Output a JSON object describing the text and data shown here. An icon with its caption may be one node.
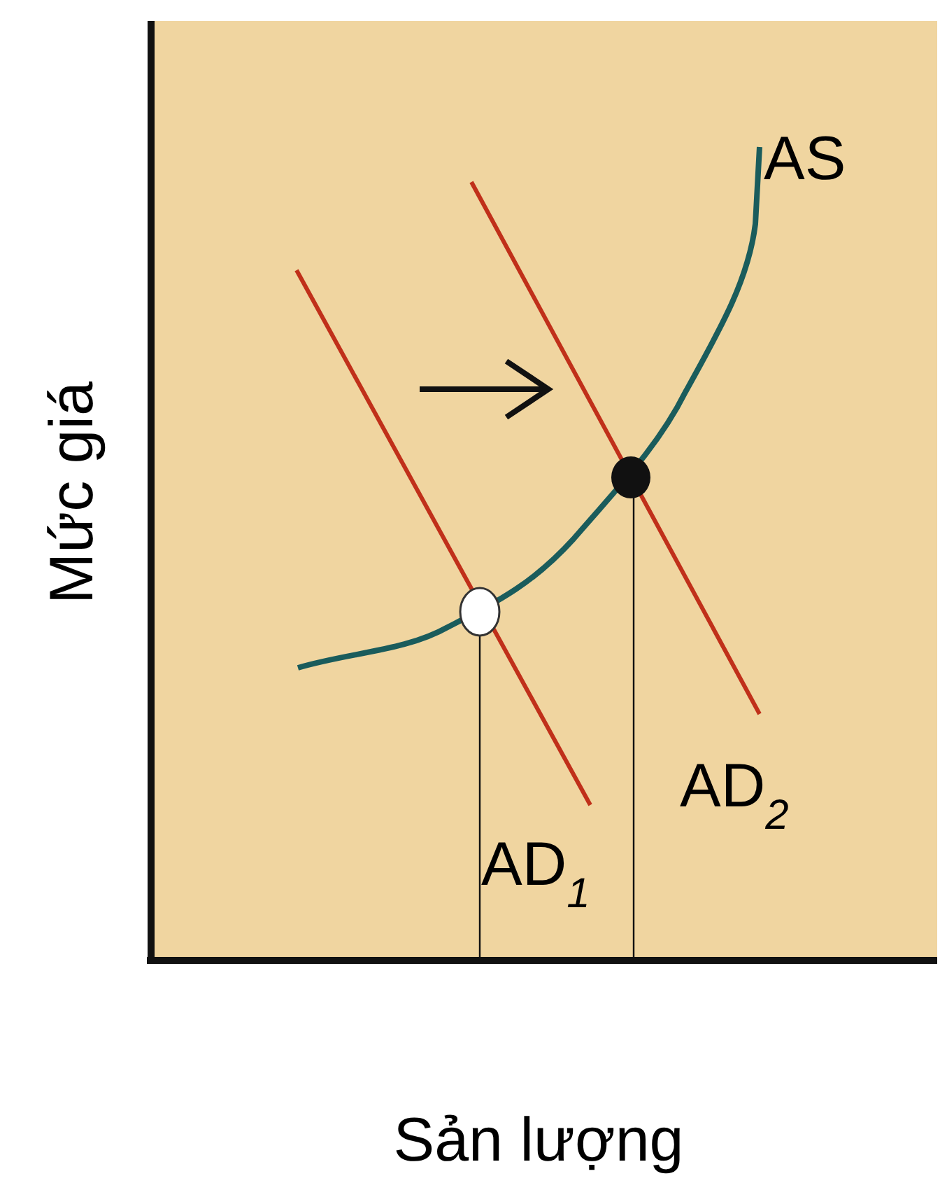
{
  "diagram": {
    "labels": [
      "AS",
      "AD$_{2}$",
      "AD$_{1}$",
      "Mức giá",
      "Sản lượng"
    ]
  }
}
